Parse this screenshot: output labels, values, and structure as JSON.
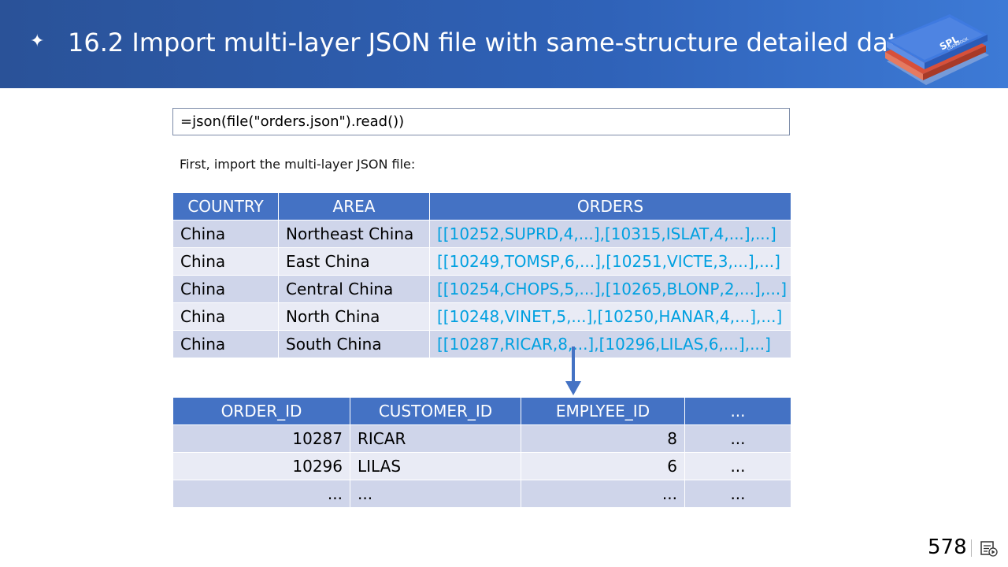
{
  "header": {
    "title": "16.2 Import multi-layer JSON file with same-structure detailed data",
    "logo_text": "SPL",
    "logo_subtext": "COOKBOOK"
  },
  "formula": "=json(file(\"orders.json\").read())",
  "description": "First, import the multi-layer JSON file:",
  "table1": {
    "headers": [
      "COUNTRY",
      "AREA",
      "ORDERS"
    ],
    "rows": [
      [
        "China",
        "Northeast China",
        "[[10252,SUPRD,4,...],[10315,ISLAT,4,...],...]"
      ],
      [
        "China",
        "East China",
        "[[10249,TOMSP,6,...],[10251,VICTE,3,...],...]"
      ],
      [
        "China",
        "Central China",
        "[[10254,CHOPS,5,...],[10265,BLONP,2,...],...]"
      ],
      [
        "China",
        "North China",
        "[[10248,VINET,5,...],[10250,HANAR,4,...],...]"
      ],
      [
        "China",
        "South China",
        "[[10287,RICAR,8,...],[10296,LILAS,6,...],...]"
      ]
    ]
  },
  "table2": {
    "headers": [
      "ORDER_ID",
      "CUSTOMER_ID",
      "EMPLYEE_ID",
      "..."
    ],
    "rows": [
      [
        "10287",
        "RICAR",
        "8",
        "..."
      ],
      [
        "10296",
        "LILAS",
        "6",
        "..."
      ],
      [
        "...",
        "...",
        "...",
        "..."
      ]
    ]
  },
  "page_number": "578",
  "colors": {
    "header_bg": "#2f62b8",
    "table_header": "#4472c4",
    "row_dark": "#cfd5ea",
    "row_light": "#e9ebf5",
    "orders_text": "#00a0e0",
    "arrow": "#4472c4"
  },
  "icons": [
    "star-bullet-icon",
    "spl-cookbook-logo",
    "down-arrow-icon",
    "slideshow-icon"
  ]
}
